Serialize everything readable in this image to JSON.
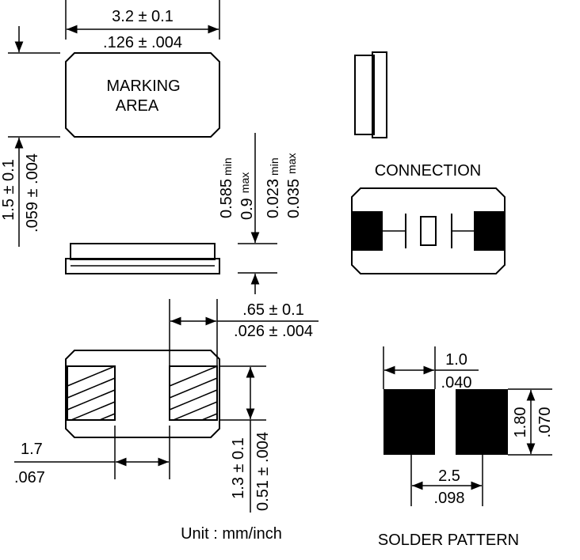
{
  "top_view": {
    "width_mm": "3.2 ± 0.1",
    "width_in": ".126 ± .004",
    "marking_line1": "MARKING",
    "marking_line2": "AREA",
    "height_mm": "1.5 ± 0.1",
    "height_in": ".059 ± .004"
  },
  "side_view": {
    "thk_min_mm_val": "0.585",
    "thk_min_mm_tag": "min",
    "thk_max_mm_val": "0.9",
    "thk_max_mm_tag": "max",
    "thk_min_in_val": "0.023",
    "thk_min_in_tag": "min",
    "thk_max_in_val": "0.035",
    "thk_max_in_tag": "max"
  },
  "connection": {
    "title": "CONNECTION"
  },
  "bottom_view": {
    "pad_w_mm": ".65 ± 0.1",
    "pad_w_in": ".026 ± .004",
    "pitch_mm": "1.7",
    "pitch_in": ".067",
    "pad_h_mm": "1.3 ± 0.1",
    "pad_h_in": "0.51 ± .004"
  },
  "solder_pattern": {
    "title": "SOLDER PATTERN",
    "pad_w_mm": "1.0",
    "pad_w_in": ".040",
    "pad_h_mm": "1.80",
    "pad_h_in": ".070",
    "span_mm": "2.5",
    "span_in": ".098"
  },
  "unit_note": "Unit : mm/inch"
}
